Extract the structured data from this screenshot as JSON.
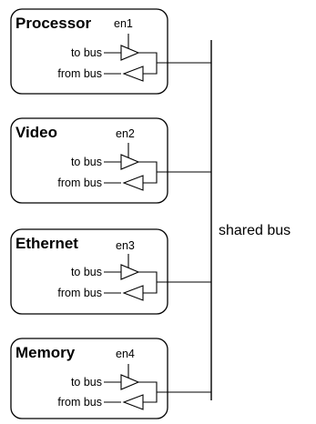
{
  "diagram": {
    "bus_label": "shared bus",
    "modules": [
      {
        "name": "Processor",
        "enable": "en1",
        "to_port": "to bus",
        "from_port": "from bus"
      },
      {
        "name": "Video",
        "enable": "en2",
        "to_port": "to bus",
        "from_port": "from bus"
      },
      {
        "name": "Ethernet",
        "enable": "en3",
        "to_port": "to bus",
        "from_port": "from bus"
      },
      {
        "name": "Memory",
        "enable": "en4",
        "to_port": "to bus",
        "from_port": "from bus"
      }
    ]
  }
}
